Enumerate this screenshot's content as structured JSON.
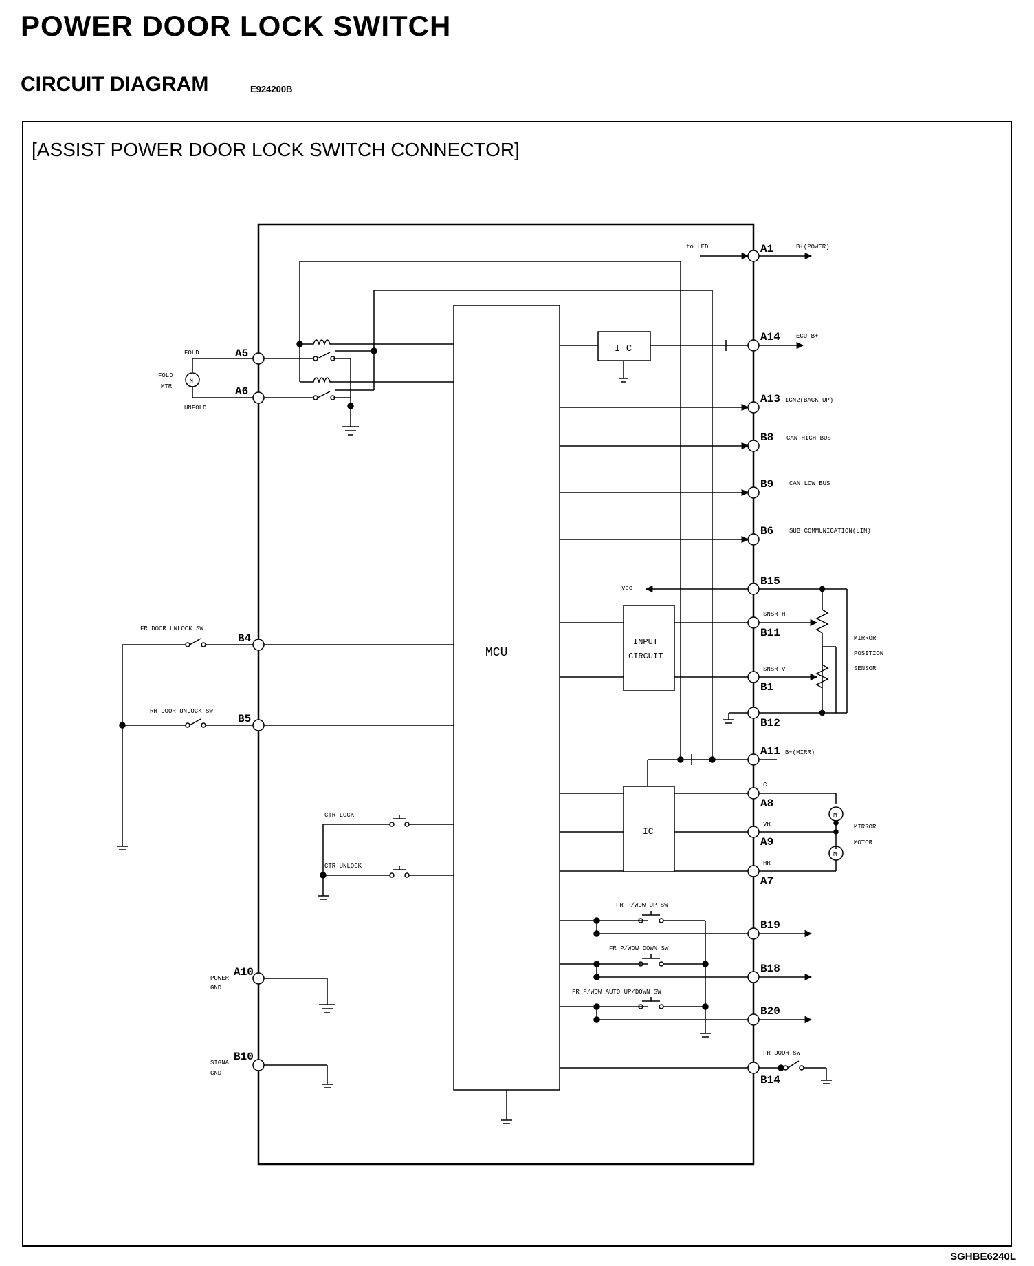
{
  "page": {
    "title": "POWER DOOR LOCK SWITCH",
    "subtitle": "CIRCUIT DIAGRAM",
    "code": "E924200B",
    "footer_code": "SGHBE6240L"
  },
  "diagram": {
    "frame_title": "[ASSIST POWER DOOR LOCK SWITCH CONNECTOR]",
    "mcu_label": "MCU",
    "ic_top_label": "I C",
    "ic_bottom_label": "IC",
    "input_circuit": [
      "INPUT",
      "CIRCUIT"
    ],
    "left_pins": {
      "A5": "A5",
      "A6": "A6",
      "B4": "B4",
      "B5": "B5",
      "A10": "A10",
      "B10": "B10"
    },
    "right_pins": {
      "A1": "A1",
      "A14": "A14",
      "A13": "A13",
      "B8": "B8",
      "B9": "B9",
      "B6": "B6",
      "B15": "B15",
      "B11": "B11",
      "B1": "B1",
      "B12": "B12",
      "A11": "A11",
      "A8": "A8",
      "A9": "A9",
      "A7": "A7",
      "B19": "B19",
      "B18": "B18",
      "B20": "B20",
      "B14": "B14"
    },
    "signals": {
      "to_led": "to LED",
      "b_power": "B+(POWER)",
      "ecu_b": "ECU B+",
      "ign2": "IGN2(BACK UP)",
      "can_high": "CAN HIGH BUS",
      "can_low": "CAN LOW BUS",
      "sub_comm": "SUB COMMUNICATION(LIN)",
      "vcc": "Vcc",
      "snsr_h": "SNSR H",
      "snsr_v": "SNSR V",
      "b_mirr": "B+(MIRR)",
      "c": "C",
      "vr": "VR",
      "hr": "HR",
      "mirror_pos": [
        "MIRROR",
        "POSITION",
        "SENSOR"
      ],
      "mirror_motor": [
        "MIRROR",
        "MOTOR"
      ],
      "fold": "FOLD",
      "fold_mtr": [
        "FOLD",
        "MTR"
      ],
      "unfold": "UNFOLD",
      "fr_door_unlock": "FR DOOR UNLOCK SW",
      "rr_door_unlock": "RR DOOR UNLOCK SW",
      "ctr_lock": "CTR LOCK",
      "ctr_unlock": "CTR UNLOCK",
      "power_gnd": [
        "POWER",
        "GND"
      ],
      "signal_gnd": [
        "SIGNAL",
        "GND"
      ],
      "fr_pwdw_up": "FR P/WDW UP SW",
      "fr_pwdw_down": "FR P/WDW DOWN SW",
      "fr_pwdw_auto": "FR P/WDW AUTO UP/DOWN SW",
      "fr_door_sw": "FR DOOR SW",
      "motor_symbol": "M"
    }
  }
}
